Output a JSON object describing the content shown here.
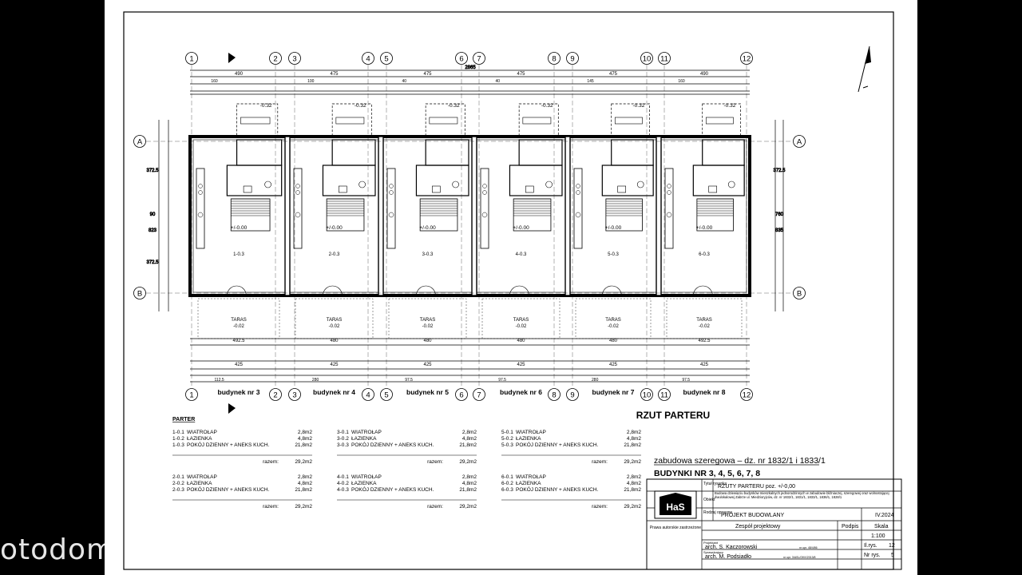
{
  "grid_numbers": [
    "1",
    "2",
    "3",
    "4",
    "5",
    "6",
    "7",
    "8",
    "9",
    "10",
    "11",
    "12"
  ],
  "axis_letters": [
    "A",
    "B"
  ],
  "building_labels": [
    "budynek nr 3",
    "budynek nr 4",
    "budynek nr 5",
    "budynek nr 6",
    "budynek nr 7",
    "budynek nr 8"
  ],
  "unit_room_labels": [
    "1-0.3",
    "2-0.3",
    "3-0.3",
    "4-0.3",
    "5-0.3",
    "6-0.3"
  ],
  "level_label": "+/-0.00",
  "entrance_level": "-0.32",
  "terrace": {
    "label": "TARAS",
    "level": "-0.02"
  },
  "top_dims": {
    "total": "2865",
    "units": [
      "490",
      "475",
      "475",
      "475",
      "475",
      "490"
    ],
    "row2": [
      "160",
      "100",
      "40",
      "40",
      "145"
    ]
  },
  "side_dims": {
    "a": "372.5",
    "b": "90",
    "c": "760",
    "d": "823",
    "e": "372.5",
    "f": "835"
  },
  "bottom_dims": {
    "units": [
      "492.5",
      "480",
      "480",
      "480",
      "480",
      "492.5"
    ],
    "inner": [
      "425",
      "425",
      "425",
      "425",
      "425",
      "425"
    ],
    "row3": [
      "112.5",
      "280",
      "97.5",
      "97.5",
      "280",
      "97.5"
    ]
  },
  "drawing_title": "RZUT PARTERU",
  "legend": {
    "heading": "PARTER",
    "groups": [
      {
        "rows": [
          [
            "1-0.1",
            "WIATROŁAP",
            "2,8m2"
          ],
          [
            "1-0.2",
            "ŁAZIENKA",
            "4,8m2"
          ],
          [
            "1-0.3",
            "POKÓJ DZIENNY + ANEKS KUCH.",
            "21,8m2"
          ]
        ],
        "total_label": "razem:",
        "total": "29,2m2"
      },
      {
        "rows": [
          [
            "3-0.1",
            "WIATROŁAP",
            "2,8m2"
          ],
          [
            "3-0.2",
            "ŁAZIENKA",
            "4,8m2"
          ],
          [
            "3-0.3",
            "POKÓJ DZIENNY + ANEKS KUCH.",
            "21,8m2"
          ]
        ],
        "total_label": "razem:",
        "total": "29,2m2"
      },
      {
        "rows": [
          [
            "5-0.1",
            "WIATROŁAP",
            "2,8m2"
          ],
          [
            "5-0.2",
            "ŁAZIENKA",
            "4,8m2"
          ],
          [
            "5-0.3",
            "POKÓJ DZIENNY + ANEKS KUCH.",
            "21,8m2"
          ]
        ],
        "total_label": "razem:",
        "total": "29,2m2"
      },
      {
        "rows": [
          [
            "2-0.1",
            "WIATROŁAP",
            "2,8m2"
          ],
          [
            "2-0.2",
            "ŁAZIENKA",
            "4,8m2"
          ],
          [
            "2-0.3",
            "POKÓJ DZIENNY + ANEKS KUCH.",
            "21,8m2"
          ]
        ],
        "total_label": "razem:",
        "total": "29,2m2"
      },
      {
        "rows": [
          [
            "4-0.1",
            "WIATROŁAP",
            "2,8m2"
          ],
          [
            "4-0.2",
            "ŁAZIENKA",
            "4,8m2"
          ],
          [
            "4-0.3",
            "POKÓJ DZIENNY + ANEKS KUCH.",
            "21,8m2"
          ]
        ],
        "total_label": "razem:",
        "total": "29,2m2"
      },
      {
        "rows": [
          [
            "6-0.1",
            "WIATROŁAP",
            "2,8m2"
          ],
          [
            "6-0.2",
            "ŁAZIENKA",
            "4,8m2"
          ],
          [
            "6-0.3",
            "POKÓJ DZIENNY + ANEKS KUCH.",
            "21,8m2"
          ]
        ],
        "total_label": "razem:",
        "total": "29,2m2"
      }
    ]
  },
  "title_block": {
    "project_line1": "zabudowa szeregowa – dz. nr 1832/1 i 1833/1",
    "project_line2": "BUDYNKI NR 3, 4, 5, 6, 7, 8",
    "tytul_label": "Tytuł rysunku",
    "tytul_value": "RZUTY PARTERU poz. +/-0,00",
    "obiekt_label": "Obiekt",
    "obiekt_value": "Budowa dziewięciu budynków mieszkalnych jednorodzinnych w zabudowie bliźniaczej, szeregowej oraz wolnostojącej dwulokalowej Zabrze ul. Miedzioryjców, dz. nr 1832/1, 1831/1, 1833/1, 1836/1, 1828/1",
    "rodzaj_label": "Rodzaj opracow.",
    "rodzaj_value": "PROJEKT BUDOWLANY",
    "date": "IV.2024",
    "logo": "HaS",
    "rights": "Prawa autorskie zastrzeżone",
    "team_label": "Zespół projektowy",
    "podpis_label": "Podpis",
    "skala_label": "Skala",
    "skala_value": "1:100",
    "projektant_role": "Projektant",
    "projektant_name": "arch. S. Kaczorowski",
    "projektant_license": "nr upr. 48/4/86",
    "sprawdzajacy_role": "Sprawdzający",
    "sprawdzajacy_name": "arch. M. Podsiadło",
    "sprawdzajacy_license": "nr upr. 3/ASL/OKK/2013/8",
    "ilrys_label": "Il.rys.",
    "ilrys_value": "12",
    "nrrys_label": "Nr rys.",
    "nrrys_value": "5"
  },
  "watermark": "otodom"
}
